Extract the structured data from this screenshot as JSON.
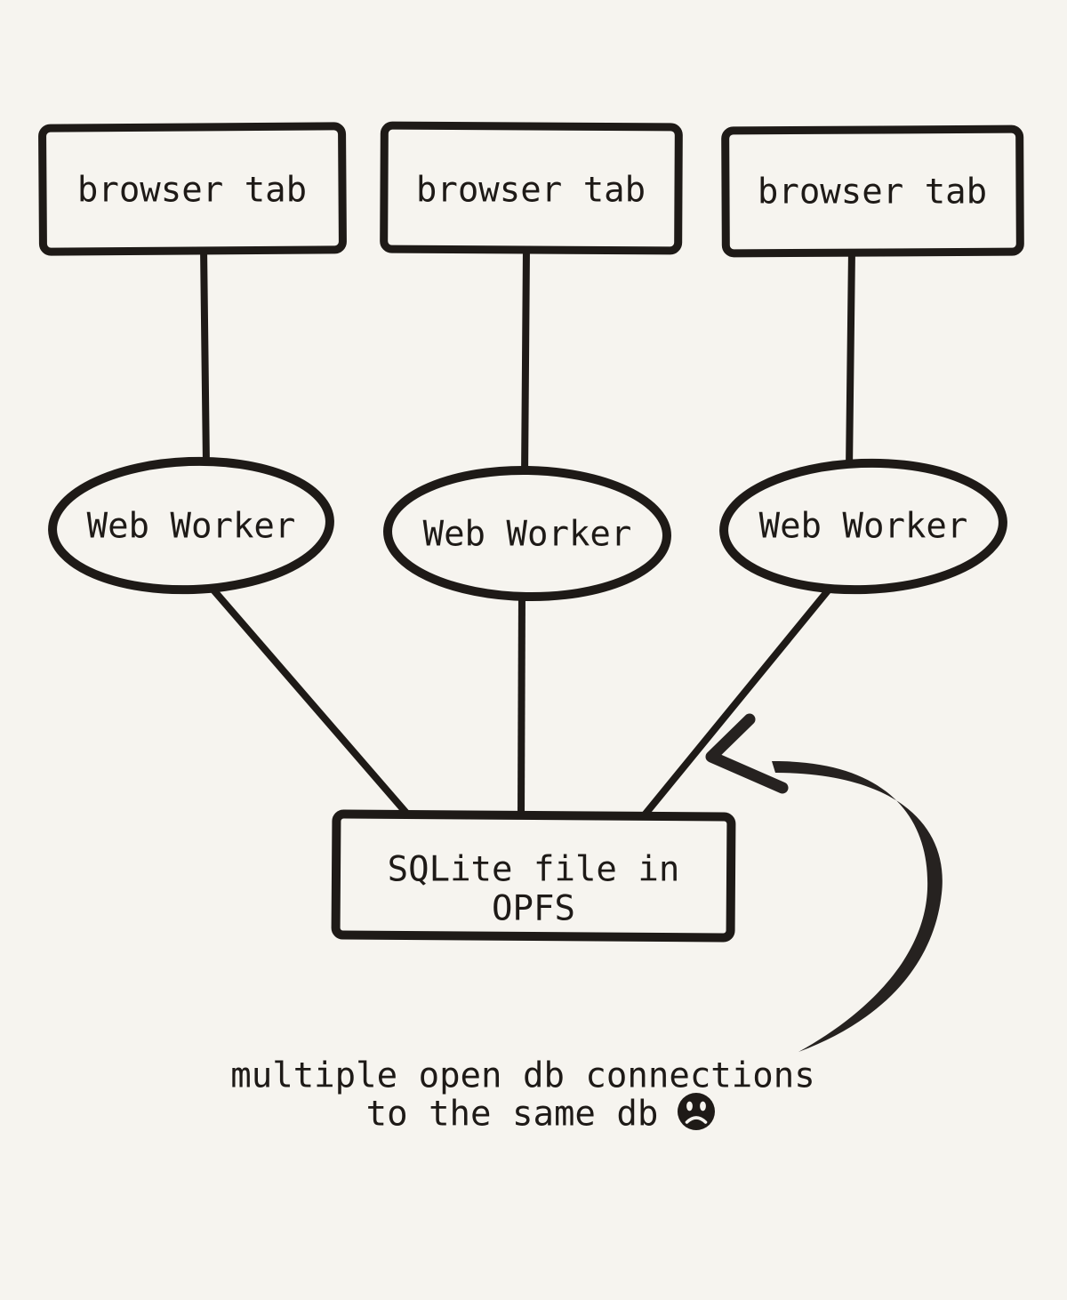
{
  "palette": {
    "background": "#f6f4ef",
    "ink": "#1e1a17"
  },
  "diagram": {
    "browser_tabs": [
      {
        "label": "browser tab"
      },
      {
        "label": "browser tab"
      },
      {
        "label": "browser tab"
      }
    ],
    "web_workers": [
      {
        "label": "Web Worker"
      },
      {
        "label": "Web Worker"
      },
      {
        "label": "Web Worker"
      }
    ],
    "sqlite_file": {
      "line1": "SQLite file in",
      "line2": "OPFS"
    },
    "caption": {
      "line1": "multiple open db connections",
      "line2": "to the same db",
      "emoji": "frowning-face"
    }
  }
}
